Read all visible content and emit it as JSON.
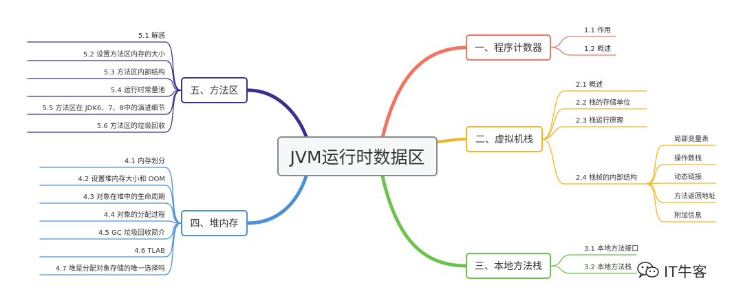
{
  "root": "JVM运行时数据区",
  "branches": {
    "b1": {
      "label": "一、程序计数器",
      "color": "#f07460",
      "items": [
        "1.1 作用",
        "1.2 概述"
      ]
    },
    "b2": {
      "label": "二、虚拟机栈",
      "color": "#f5b41e",
      "items": [
        "2.1 概述",
        "2.2 栈的存储单位",
        "2.3 栈运行原理",
        "2.4 栈帧的内部结构"
      ],
      "sub": [
        "局部变量表",
        "操作数栈",
        "动态链接",
        "方法返回地址",
        "附加信息"
      ]
    },
    "b3": {
      "label": "三、本地方法栈",
      "color": "#6cc24a",
      "items": [
        "3.1 本地方法接口",
        "3.2 本地方法栈"
      ]
    },
    "b4": {
      "label": "四、堆内存",
      "color": "#4a90d9",
      "items": [
        "4.1 内存划分",
        "4.2 设置堆内存大小和 OOM",
        "4.3 对象在堆中的生命周期",
        "4.4 对象的分配过程",
        "4.5 GC 垃圾回收简介",
        "4.6 TLAB",
        "4.7 堆是分配对象存储的唯一选择吗"
      ]
    },
    "b5": {
      "label": "五、方法区",
      "color": "#3d2f8f",
      "items": [
        "5.1 解惑",
        "5.2 设置方法区内存的大小",
        "5.3 方法区内部结构",
        "5.4 运行时常量池",
        "5.5 方法区在 JDK6、7、8中的演进细节",
        "5.6 方法区的垃圾回收"
      ]
    }
  },
  "watermark": "IT牛客"
}
